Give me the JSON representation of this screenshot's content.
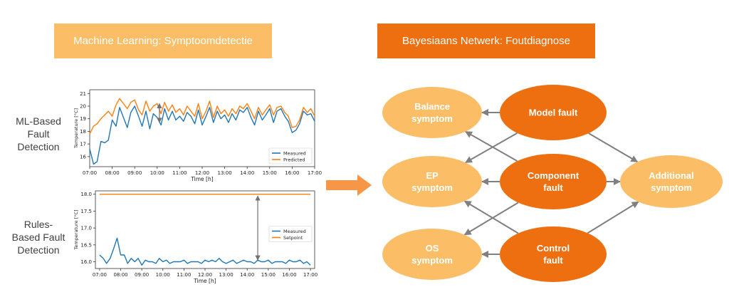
{
  "banners": {
    "ml": "Machine Learning: Symptoomdetectie",
    "bn": "Bayesiaans Netwerk: Foutdiagnose"
  },
  "side_labels": {
    "ml": [
      "ML-Based",
      "Fault",
      "Detection"
    ],
    "rb": [
      "Rules-",
      "Based Fault",
      "Detection"
    ]
  },
  "colors": {
    "measured": "#1F77B4",
    "predicted": "#FF7F0E",
    "node_dark": "#EE6F10",
    "node_light": "#FBBE66",
    "edge": "#808080"
  },
  "chart_data": [
    {
      "type": "line",
      "xlabel": "Time [h]",
      "ylabel": "Temperature [°C]",
      "xlim": [
        7.0,
        17.0
      ],
      "ylim": [
        15.2,
        21.3
      ],
      "xticks": [
        "07:00",
        "08:00",
        "09:00",
        "10:00",
        "11:00",
        "12:00",
        "13:00",
        "14:00",
        "15:00",
        "16:00",
        "17:00"
      ],
      "yticks": [
        16,
        17,
        18,
        19,
        20,
        21
      ],
      "legend": "lower-right",
      "x": [
        7.0,
        7.17,
        7.33,
        7.5,
        7.67,
        7.83,
        8.0,
        8.17,
        8.33,
        8.5,
        8.67,
        8.83,
        9.0,
        9.17,
        9.33,
        9.5,
        9.67,
        9.83,
        10.0,
        10.17,
        10.33,
        10.5,
        10.67,
        10.83,
        11.0,
        11.17,
        11.33,
        11.5,
        11.67,
        11.83,
        12.0,
        12.17,
        12.33,
        12.5,
        12.67,
        12.83,
        13.0,
        13.17,
        13.33,
        13.5,
        13.67,
        13.83,
        14.0,
        14.17,
        14.33,
        14.5,
        14.67,
        14.83,
        15.0,
        15.17,
        15.33,
        15.5,
        15.67,
        15.83,
        16.0,
        16.17,
        16.33,
        16.5,
        16.67,
        16.83,
        17.0
      ],
      "series": [
        {
          "name": "Measured",
          "values": [
            16.6,
            15.4,
            15.6,
            17.2,
            17.1,
            17.3,
            18.9,
            18.4,
            19.9,
            19.1,
            18.3,
            19.5,
            20.0,
            19.2,
            18.4,
            19.6,
            18.2,
            19.4,
            19.1,
            18.5,
            19.8,
            18.9,
            19.6,
            18.9,
            19.2,
            18.8,
            19.5,
            19.2,
            18.6,
            19.7,
            18.5,
            19.2,
            19.9,
            18.7,
            19.6,
            19.0,
            19.3,
            18.7,
            19.4,
            18.9,
            19.7,
            19.5,
            19.9,
            19.1,
            18.5,
            19.6,
            18.9,
            19.3,
            19.8,
            18.7,
            19.6,
            19.8,
            19.2,
            18.8,
            17.9,
            18.1,
            18.6,
            19.6,
            19.3,
            19.4,
            18.8
          ]
        },
        {
          "name": "Predicted",
          "values": [
            17.8,
            18.4,
            18.6,
            19.0,
            19.3,
            19.6,
            19.2,
            20.1,
            20.6,
            20.2,
            19.8,
            20.3,
            20.5,
            19.7,
            19.3,
            20.4,
            19.6,
            20.0,
            20.2,
            19.4,
            20.3,
            19.6,
            20.1,
            19.5,
            19.8,
            19.3,
            20.0,
            19.6,
            19.2,
            20.2,
            19.0,
            19.6,
            20.4,
            19.1,
            20.0,
            19.4,
            19.7,
            19.2,
            19.8,
            19.4,
            20.0,
            19.8,
            20.2,
            19.6,
            19.0,
            19.9,
            19.3,
            19.7,
            20.1,
            19.3,
            19.9,
            20.0,
            19.5,
            19.2,
            18.3,
            18.4,
            18.9,
            19.9,
            19.5,
            19.8,
            19.2
          ]
        }
      ]
    },
    {
      "type": "line",
      "xlabel": "Time [h]",
      "ylabel": "Temperature [°C]",
      "xlim": [
        6.8,
        17.2
      ],
      "ylim": [
        15.8,
        18.1
      ],
      "xticks": [
        "07:00",
        "08:00",
        "09:00",
        "10:00",
        "11:00",
        "12:00",
        "13:00",
        "14:00",
        "15:00",
        "16:00",
        "17:00"
      ],
      "yticks": [
        16.0,
        16.5,
        17.0,
        17.5,
        18.0
      ],
      "legend": "center-right",
      "x": [
        7.0,
        7.17,
        7.33,
        7.5,
        7.67,
        7.83,
        8.0,
        8.17,
        8.33,
        8.5,
        8.67,
        8.83,
        9.0,
        9.17,
        9.33,
        9.5,
        9.67,
        9.83,
        10.0,
        10.17,
        10.33,
        10.5,
        10.67,
        10.83,
        11.0,
        11.17,
        11.33,
        11.5,
        11.67,
        11.83,
        12.0,
        12.17,
        12.33,
        12.5,
        12.67,
        12.83,
        13.0,
        13.17,
        13.33,
        13.5,
        13.67,
        13.83,
        14.0,
        14.17,
        14.33,
        14.5,
        14.67,
        14.83,
        15.0,
        15.17,
        15.33,
        15.5,
        15.67,
        15.83,
        16.0,
        16.17,
        16.33,
        16.5,
        16.67,
        16.83,
        17.0
      ],
      "series": [
        {
          "name": "Measured",
          "values": [
            16.2,
            16.1,
            15.95,
            16.1,
            16.4,
            16.7,
            16.2,
            16.2,
            15.95,
            16.1,
            16.0,
            16.1,
            15.9,
            16.05,
            16.0,
            16.0,
            15.95,
            16.1,
            16.0,
            16.05,
            15.95,
            16.0,
            16.0,
            16.0,
            16.05,
            15.95,
            16.0,
            16.0,
            16.0,
            15.95,
            16.05,
            16.0,
            16.05,
            16.0,
            16.1,
            16.0,
            15.95,
            16.0,
            16.05,
            15.95,
            16.0,
            16.05,
            16.0,
            16.0,
            15.95,
            16.05,
            16.0,
            16.0,
            16.05,
            15.95,
            16.0,
            16.0,
            16.0,
            15.95,
            16.05,
            16.0,
            16.0,
            16.05,
            15.95,
            16.0,
            15.9
          ]
        },
        {
          "name": "Setpoint",
          "values": [
            18.0,
            18.0,
            18.0,
            18.0,
            18.0,
            18.0,
            18.0,
            18.0,
            18.0,
            18.0,
            18.0,
            18.0,
            18.0,
            18.0,
            18.0,
            18.0,
            18.0,
            18.0,
            18.0,
            18.0,
            18.0,
            18.0,
            18.0,
            18.0,
            18.0,
            18.0,
            18.0,
            18.0,
            18.0,
            18.0,
            18.0,
            18.0,
            18.0,
            18.0,
            18.0,
            18.0,
            18.0,
            18.0,
            18.0,
            18.0,
            18.0,
            18.0,
            18.0,
            18.0,
            18.0,
            18.0,
            18.0,
            18.0,
            18.0,
            18.0,
            18.0,
            18.0,
            18.0,
            18.0,
            18.0,
            18.0,
            18.0,
            18.0,
            18.0,
            18.0,
            18.0
          ]
        }
      ]
    }
  ],
  "network": {
    "nodes": [
      {
        "id": "balance",
        "lines": [
          "Balance",
          "symptom"
        ],
        "kind": "light"
      },
      {
        "id": "ep",
        "lines": [
          "EP",
          "symptom"
        ],
        "kind": "light"
      },
      {
        "id": "os",
        "lines": [
          "OS",
          "symptom"
        ],
        "kind": "light"
      },
      {
        "id": "model",
        "lines": [
          "Model fault"
        ],
        "kind": "dark"
      },
      {
        "id": "component",
        "lines": [
          "Component",
          "fault"
        ],
        "kind": "dark"
      },
      {
        "id": "control",
        "lines": [
          "Control",
          "fault"
        ],
        "kind": "dark"
      },
      {
        "id": "additional",
        "lines": [
          "Additional",
          "symptom"
        ],
        "kind": "light"
      }
    ],
    "edges": [
      {
        "from": "model",
        "to": "balance"
      },
      {
        "from": "model",
        "to": "ep"
      },
      {
        "from": "model",
        "to": "additional"
      },
      {
        "from": "component",
        "to": "balance"
      },
      {
        "from": "component",
        "to": "ep"
      },
      {
        "from": "component",
        "to": "os"
      },
      {
        "from": "component",
        "to": "additional"
      },
      {
        "from": "control",
        "to": "ep"
      },
      {
        "from": "control",
        "to": "os"
      },
      {
        "from": "control",
        "to": "additional"
      }
    ]
  }
}
